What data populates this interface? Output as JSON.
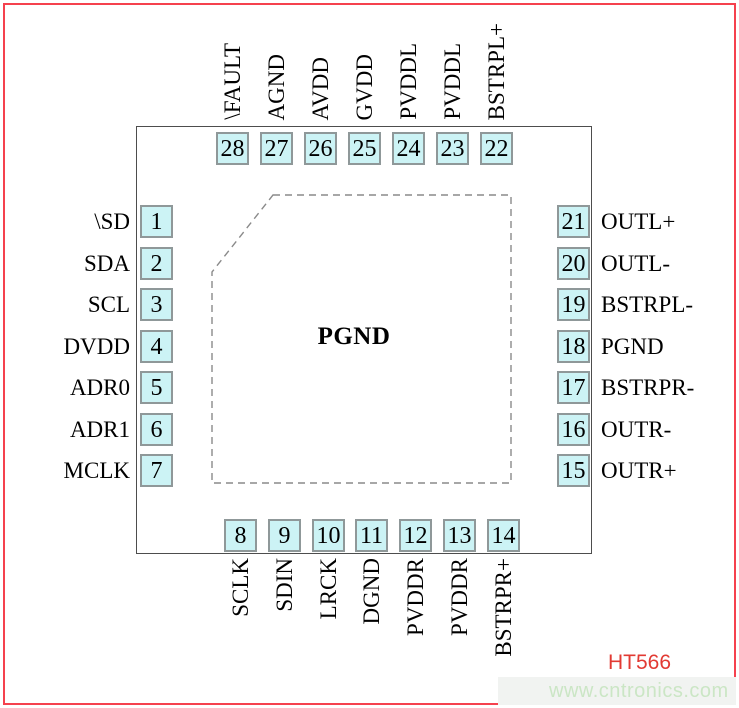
{
  "part": {
    "number": "HT566"
  },
  "watermark": {
    "text": "www.cntronics.com"
  },
  "chip": {
    "center_label": "PGND"
  },
  "pins": {
    "top": [
      {
        "num": "28",
        "label": "\\FAULT"
      },
      {
        "num": "27",
        "label": "AGND"
      },
      {
        "num": "26",
        "label": "AVDD"
      },
      {
        "num": "25",
        "label": "GVDD"
      },
      {
        "num": "24",
        "label": "PVDDL"
      },
      {
        "num": "23",
        "label": "PVDDL"
      },
      {
        "num": "22",
        "label": "BSTRPL+"
      }
    ],
    "left": [
      {
        "num": "1",
        "label": "\\SD"
      },
      {
        "num": "2",
        "label": "SDA"
      },
      {
        "num": "3",
        "label": "SCL"
      },
      {
        "num": "4",
        "label": "DVDD"
      },
      {
        "num": "5",
        "label": "ADR0"
      },
      {
        "num": "6",
        "label": "ADR1"
      },
      {
        "num": "7",
        "label": "MCLK"
      }
    ],
    "right": [
      {
        "num": "21",
        "label": "OUTL+"
      },
      {
        "num": "20",
        "label": "OUTL-"
      },
      {
        "num": "19",
        "label": "BSTRPL-"
      },
      {
        "num": "18",
        "label": "PGND"
      },
      {
        "num": "17",
        "label": "BSTRPR-"
      },
      {
        "num": "16",
        "label": "OUTR-"
      },
      {
        "num": "15",
        "label": "OUTR+"
      }
    ],
    "bottom": [
      {
        "num": "8",
        "label": "SCLK"
      },
      {
        "num": "9",
        "label": "SDIN"
      },
      {
        "num": "10",
        "label": "LRCK"
      },
      {
        "num": "11",
        "label": "DGND"
      },
      {
        "num": "12",
        "label": "PVDDR"
      },
      {
        "num": "13",
        "label": "PVDDR"
      },
      {
        "num": "14",
        "label": "BSTRPR+"
      }
    ]
  },
  "colors": {
    "pin_fill": "#ccf3f5",
    "pin_border": "#8f9899",
    "chip_border": "#4d4d4d",
    "pad_dash": "#8a8a8a",
    "frame_red": "#f5414e",
    "part_red": "#e23a33",
    "watermark_green": "#cbe6c5",
    "text": "#000000"
  }
}
